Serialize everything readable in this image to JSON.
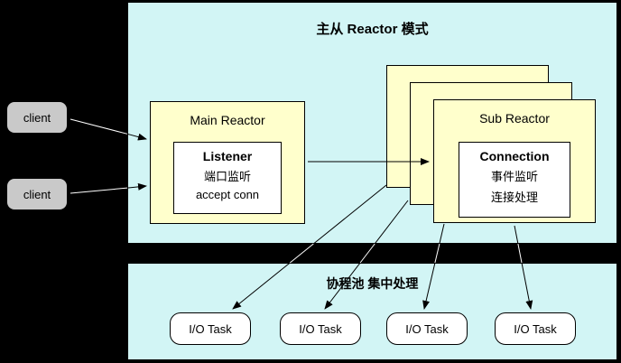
{
  "top_panel": {
    "title": "主从 Reactor 模式",
    "main_reactor": {
      "label": "Main Reactor",
      "inner": {
        "title": "Listener",
        "line1": "端口监听",
        "line2": "accept conn"
      }
    },
    "sub_reactor": {
      "label": "Sub Reactor",
      "inner": {
        "title": "Connection",
        "line1": "事件监听",
        "line2": "连接处理"
      }
    }
  },
  "clients": [
    {
      "label": "client"
    },
    {
      "label": "client"
    }
  ],
  "bottom_panel": {
    "title": "协程池 集中处理",
    "tasks": [
      {
        "label": "I/O Task"
      },
      {
        "label": "I/O Task"
      },
      {
        "label": "I/O Task"
      },
      {
        "label": "I/O Task"
      }
    ]
  },
  "icons": {
    "arrows": "black-arrowhead-lines"
  },
  "colors": {
    "background": "#000000",
    "panel": "#d2f5f5",
    "reactor_box": "#ffffcc",
    "inner_box": "#ffffff",
    "client_box": "#c9c9c9",
    "line": "#000000"
  }
}
